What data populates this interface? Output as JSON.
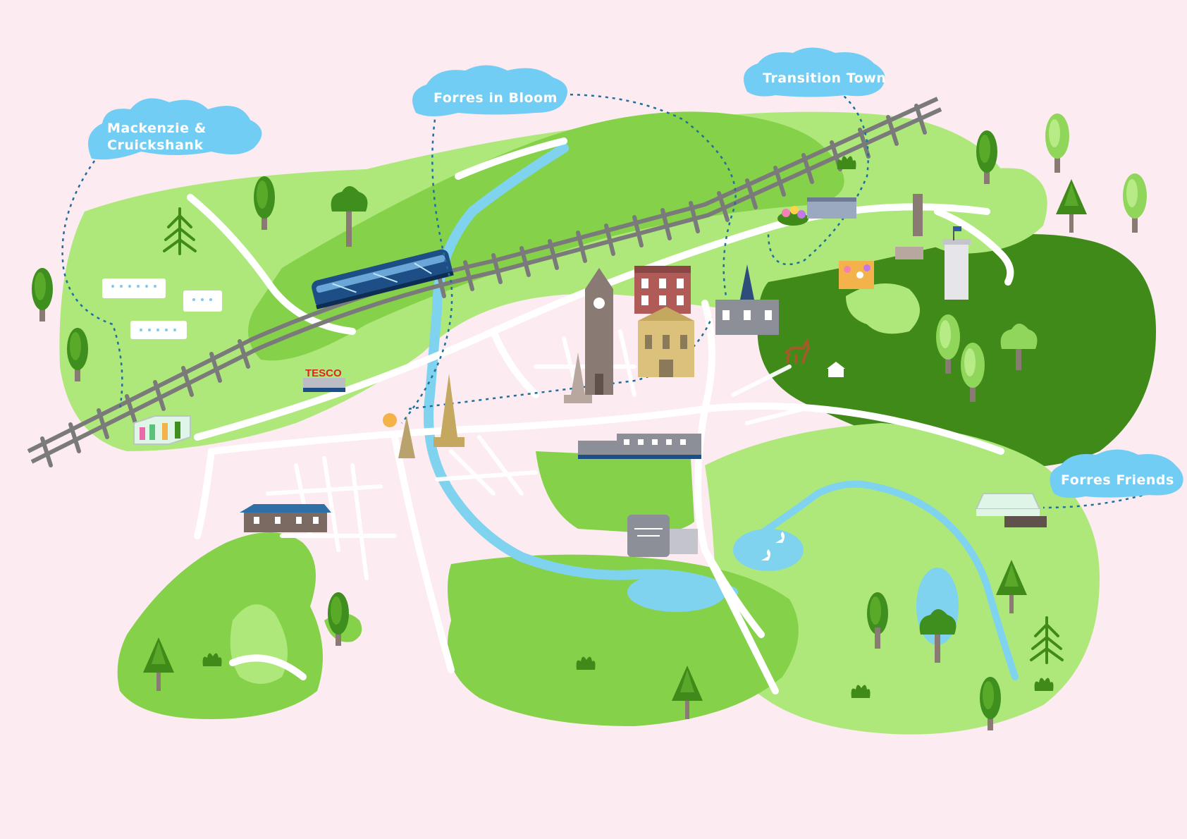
{
  "map": {
    "labels": {
      "mackenzie_line1": "Mackenzie &",
      "mackenzie_line2": "Cruickshank",
      "forres_in_bloom": "Forres in Bloom",
      "transition_town": "Transition Town",
      "forres_friends": "Forres Friends",
      "tesco": "TESCO"
    },
    "colors": {
      "background": "#fcebf0",
      "light_green": "#aee87a",
      "mid_green": "#86d14a",
      "dark_green": "#3f8a18",
      "water": "#7fd3ef",
      "cloud": "#72cdf4",
      "road": "#ffffff",
      "rail": "#7a7a7a",
      "route_dots": "#1f6f9a"
    },
    "icons": [
      "train-icon",
      "tree-icon",
      "pine-tree-icon",
      "greenhouse-icon",
      "church-icon",
      "town-hall-icon",
      "tower-icon",
      "monument-icon",
      "swan-icon",
      "deer-icon",
      "flower-bed-icon",
      "store-icon"
    ]
  }
}
